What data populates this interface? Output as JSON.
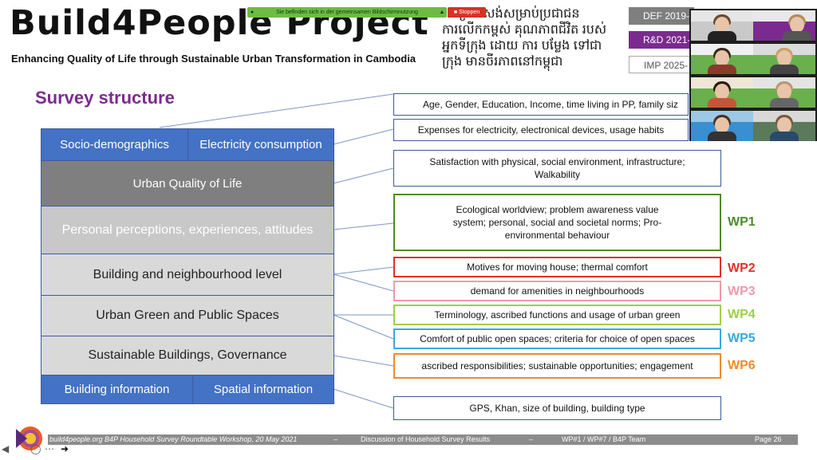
{
  "header": {
    "title": "Build4People Project",
    "subtitle": "Enhancing Quality of Life through Sustainable Urban Transformation in Cambodia",
    "khmer_lines": [
      "…ព្រោងសង់សម្រាប់ប្រជាជន",
      "ការលើកកម្ពស់ គុណភាពជីវិត របស់",
      "អ្នកទីក្រុង ដោយ ការ បម្លែង ទៅជា",
      "ក្រុង មានចីរភាពនៅកម្ពុជា"
    ],
    "tags": [
      {
        "label": "DEF 2019-",
        "bg": "#7f7f7f",
        "color": "#ffffff"
      },
      {
        "label": "R&D 2021-",
        "bg": "#7b2b8f",
        "color": "#ffffff"
      },
      {
        "label": "IMP 2025-",
        "bg": "#ffffff",
        "color": "#555555"
      }
    ]
  },
  "screen_share": {
    "message": "Sie befinden sich in der gemeinsamen Bildschirmnutzung",
    "stop_label": "Stoppen"
  },
  "slide": {
    "section_title": "Survey structure",
    "left_blocks": [
      {
        "label": "Socio-demographics"
      },
      {
        "label": "Electricity consumption"
      },
      {
        "label": "Urban Quality of Life"
      },
      {
        "label": "Personal perceptions, experiences, attitudes"
      },
      {
        "label": "Building and neighbourhood level"
      },
      {
        "label": "Urban Green and Public Spaces"
      },
      {
        "label": "Sustainable Buildings, Governance"
      },
      {
        "label": "Building information"
      },
      {
        "label": "Spatial information"
      }
    ],
    "right_boxes": [
      {
        "text": "Age, Gender, Education, Income, time living in PP, family siz",
        "border": "#3f5a9d"
      },
      {
        "text": "Expenses for electricity, electronical devices, usage habits",
        "border": "#3f5a9d"
      },
      {
        "text": "Satisfaction with physical, social environment, infrastructure; Walkability",
        "border": "#3f5a9d"
      },
      {
        "text": "Ecological worldview; problem awareness value system; personal, social and societal norms; Pro-environmental behaviour",
        "border": "#4e8b2a"
      },
      {
        "text": "Motives for moving house; thermal comfort",
        "border": "#e0312a"
      },
      {
        "text": "demand for amenities in neighbourhoods",
        "border": "#f09aa8"
      },
      {
        "text": "Terminology, ascribed functions and usage of urban green",
        "border": "#9bd04b"
      },
      {
        "text": "Comfort of public open spaces; criteria for choice of open spaces",
        "border": "#3aa8e0"
      },
      {
        "text": "ascribed responsibilities; sustainable opportunities; engagement",
        "border": "#ef8a2e"
      },
      {
        "text": "GPS, Khan, size of building, building type",
        "border": "#3f5a9d"
      }
    ],
    "work_packages": [
      {
        "label": "WP1",
        "color": "#4e8b2a"
      },
      {
        "label": "WP2",
        "color": "#e0312a"
      },
      {
        "label": "WP3",
        "color": "#f09aa8"
      },
      {
        "label": "WP4",
        "color": "#9bd04b"
      },
      {
        "label": "WP5",
        "color": "#3aa8e0"
      },
      {
        "label": "WP6",
        "color": "#ef8a2e"
      }
    ]
  },
  "footer": {
    "event": "build4people.org B4P Household Survey Roundtable Workshop, 20 May 2021",
    "dash1": "–",
    "topic": "Discussion of Household Survey Results",
    "dash2": "–",
    "team": "WP#1 / WP#7  / B4P Team",
    "page": "Page 26"
  },
  "video": {
    "participants": 8
  }
}
